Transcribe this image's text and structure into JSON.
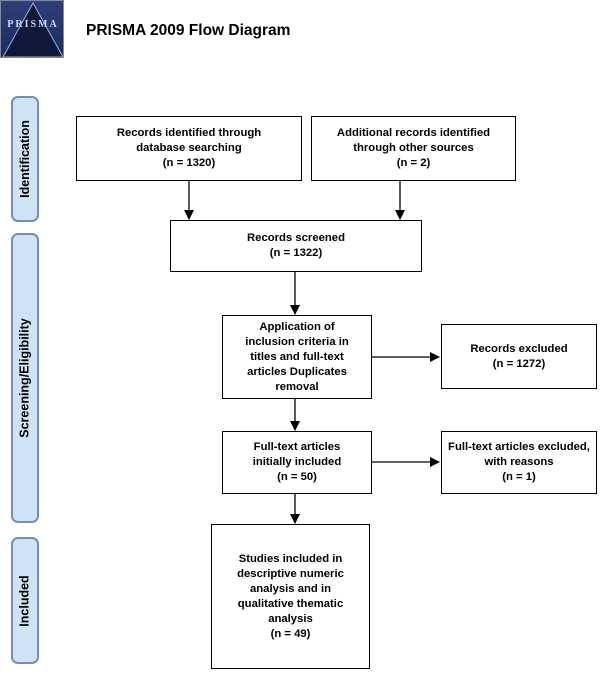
{
  "logo": {
    "text": "PRISMA"
  },
  "title": "PRISMA 2009 Flow Diagram",
  "phases": {
    "identification": "Identification",
    "screening": "Screening/Eligibility",
    "included": "Included"
  },
  "boxes": {
    "database": {
      "text": "Records identified through database searching",
      "n": "(n = 1320)"
    },
    "other": {
      "text": "Additional records identified through other sources",
      "n": "(n = 2)"
    },
    "screened": {
      "text": "Records screened",
      "n": "(n = 1322)"
    },
    "inclusion": {
      "text": "Application of inclusion criteria in titles and full-text articles Duplicates removal"
    },
    "excluded": {
      "text": "Records excluded",
      "n": "(n = 1272)"
    },
    "fulltext": {
      "text": "Full-text articles initially included",
      "n": "(n = 50)"
    },
    "fulltext_excluded": {
      "text": "Full-text articles excluded, with reasons",
      "n": "(n = 1)"
    },
    "studies": {
      "text": "Studies included in descriptive numeric analysis and in qualitative thematic analysis",
      "n": "(n = 49)"
    }
  }
}
